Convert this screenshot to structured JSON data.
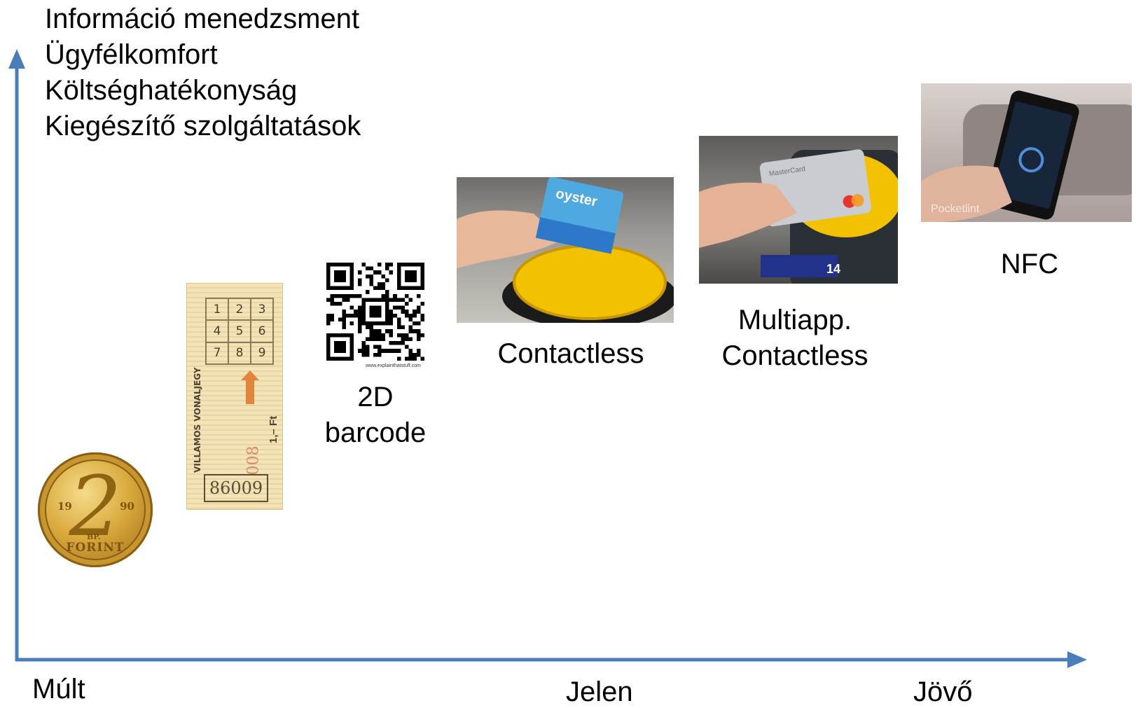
{
  "benefits": [
    "Információ menedzsment",
    "Ügyfélkomfort",
    "Költséghatékonyság",
    "Kiegészítő szolgáltatások"
  ],
  "time_axis": {
    "past": "Múlt",
    "present": "Jelen",
    "future": "Jövő"
  },
  "stages": [
    {
      "id": "coin",
      "caption": ""
    },
    {
      "id": "paper-ticket",
      "caption": ""
    },
    {
      "id": "qr",
      "caption": [
        "2D",
        "barcode"
      ]
    },
    {
      "id": "oyster",
      "caption": [
        "Contactless"
      ]
    },
    {
      "id": "multiapp",
      "caption": [
        "Multiapp.",
        "Contactless"
      ]
    },
    {
      "id": "nfc",
      "caption": [
        "NFC"
      ]
    }
  ],
  "coin": {
    "denomination": "2",
    "year_left": "19",
    "year_right": "90",
    "mint": "BP.",
    "currency": "FORINT"
  },
  "ticket": {
    "grid": [
      "1",
      "2",
      "3",
      "4",
      "5",
      "6",
      "7",
      "8",
      "9"
    ],
    "title": "VILLAMOS VONALJEGY",
    "price": "1,– Ft",
    "red_number": "008",
    "serial": "86009"
  },
  "qr_credit": "www.explainthatstuff.com",
  "oyster_brand": "oyster",
  "multiapp": {
    "card_brand": "MasterCard",
    "gate_number": "14"
  },
  "nfc_watermark": "Pocketlint",
  "colors": {
    "axis": "#4a7ebb"
  }
}
